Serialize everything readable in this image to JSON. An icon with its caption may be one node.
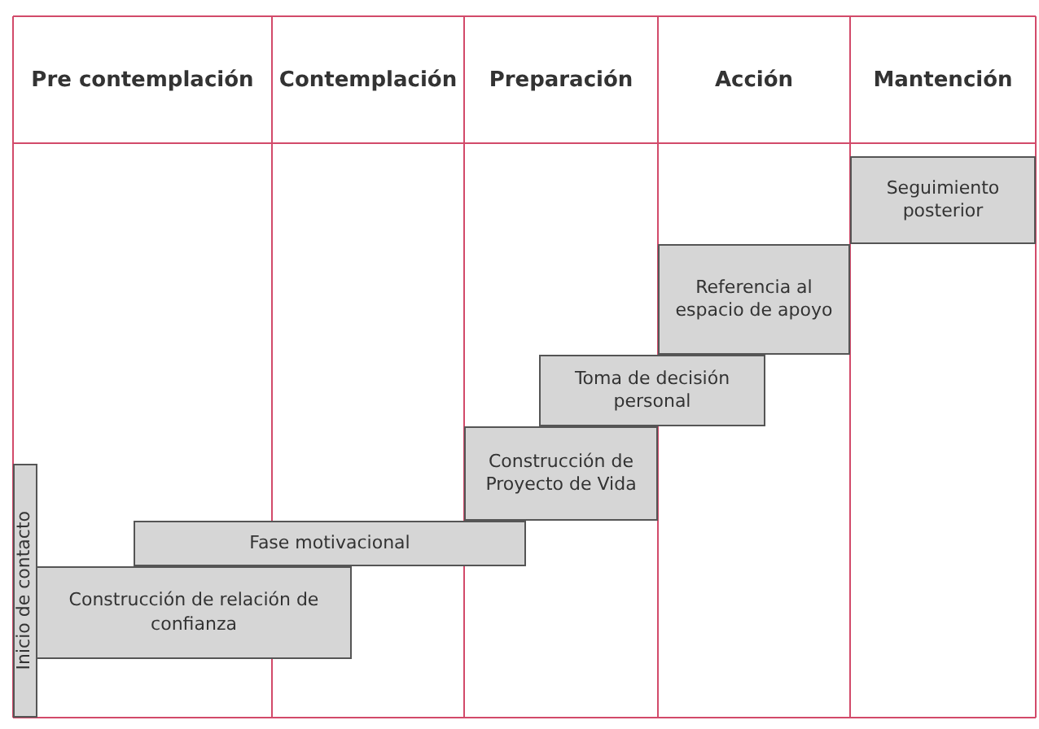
{
  "diagram": {
    "nodes": [
      {
        "text": [
          "Seguimiento posterior"
        ]
      },
      {
        "text": [
          "Referencia al espacio de apoyo"
        ]
      },
      {
        "text": [
          "Toma de decisión personal"
        ]
      },
      {
        "text": [
          "Construcción de Proyecto de Vida"
        ]
      },
      {
        "text": [
          "Fase motivacional"
        ]
      },
      {
        "text": [
          "Inicio de contacto"
        ]
      },
      {
        "text": [
          "Construcción de relación de confianza"
        ]
      }
    ],
    "labels": [
      "Pre contemplación",
      "Contemplación",
      "Preparación",
      "Acción",
      "Mantención"
    ]
  }
}
